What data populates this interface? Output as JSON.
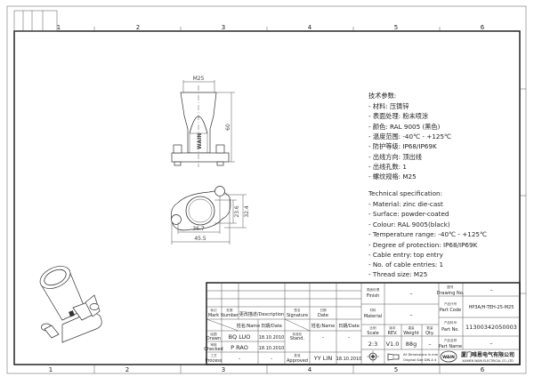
{
  "ruler": {
    "top": [
      "1",
      "2",
      "3",
      "4",
      "5",
      "6"
    ],
    "bottom": [
      "1",
      "2",
      "3",
      "4",
      "5",
      "6"
    ]
  },
  "drawing": {
    "front_view": {
      "thread_label": "M25",
      "height_label": "60",
      "logo_text": "WAIN"
    },
    "bottom_view": {
      "dim_inner_height": "23.6",
      "dim_outer_height": "32.4",
      "dim_inner_width": "36.7",
      "dim_outer_width": "45.5"
    }
  },
  "spec_cn": {
    "title": "技术参数:",
    "lines": [
      "- 材料: 压铸锌",
      "- 表面处理: 粉末喷涂",
      "- 颜色: RAL 9005 (黑色)",
      "- 温度范围: -40℃ - +125℃",
      "- 防护等级: IP68/IP69K",
      "- 出线方向: 顶出线",
      "- 出线孔数: 1",
      "- 螺纹规格: M25"
    ]
  },
  "spec_en": {
    "title": "Technical specification:",
    "lines": [
      "- Material: zinc die-cast",
      "- Surface: powder-coated",
      "- Colour: RAL 9005(black)",
      "- Temperature range: -40℃ - +125℃",
      "- Degree of protection: IP68/IP69K",
      "- Cable entry: top entry",
      "- No. of cable entries: 1",
      "- Thread size: M25"
    ]
  },
  "title_block": {
    "mark": {
      "cn": "标记",
      "en": "Mark"
    },
    "number": {
      "cn": "处数",
      "en": "Number"
    },
    "description": "更改描述/Description",
    "signature": {
      "cn": "签名",
      "en": "Signature"
    },
    "date": {
      "cn": "日期",
      "en": "Date"
    },
    "name_col": "姓名/Name",
    "date_col": "日期/Date",
    "drawn": {
      "cn": "绘图",
      "en": "Drawn",
      "name": "BQ LUO",
      "date": "18.10.2010"
    },
    "checked": {
      "cn": "审核",
      "en": "Checked",
      "name": "P RAO",
      "date": "18.10.2010"
    },
    "process": {
      "cn": "工艺",
      "en": "Process",
      "name": "–",
      "date": "–"
    },
    "stand": {
      "cn": "标准化",
      "en": "Stand.",
      "name": "–",
      "date": "–"
    },
    "approved": {
      "cn": "批准",
      "en": "Approved",
      "name": "YY LIN",
      "date": "18.10.2010"
    },
    "finish": {
      "cn": "表面处理",
      "en": "Finish",
      "value": "–"
    },
    "material": {
      "cn": "材料",
      "en": "Material",
      "value": "–"
    },
    "scale": {
      "cn": "比例",
      "en": "Scale",
      "value": "2:3"
    },
    "rev": {
      "cn": "版本",
      "en": "REV.",
      "value": "V1.0"
    },
    "weight": {
      "cn": "重量",
      "en": "Weight",
      "value": "88g"
    },
    "qty": {
      "cn": "数量",
      "en": "Qty.",
      "value": "–"
    },
    "drawing_no": {
      "cn": "图号",
      "en": "Drawing No.",
      "value": "–"
    },
    "part_code": {
      "cn": "产品代号",
      "en": "Part Code",
      "value": "HP3A/H-TEH-25-M25"
    },
    "part_no": {
      "cn": "产品料号",
      "en": "Part No.",
      "value": "11300342050003"
    },
    "part_name": {
      "cn": "产品名称",
      "en": "Part Name",
      "value": "–"
    },
    "dimensions_note": [
      "All Dimensions in mm",
      "Original Size DIN A 4"
    ],
    "company_cn": "厦门唯恩电气有限公司",
    "company_en": "XIAMEN WAIN ELECTRICAL CO.,LTD",
    "logo_text": "WAIN"
  }
}
